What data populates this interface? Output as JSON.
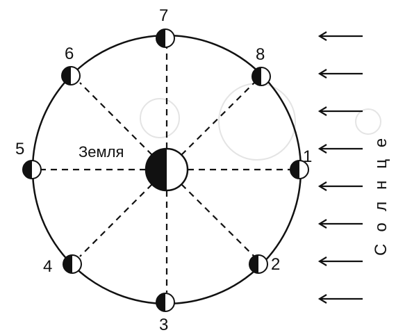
{
  "diagram": {
    "earth_label": "Земля",
    "sun_label": "Солнце",
    "positions": [
      "1",
      "2",
      "3",
      "4",
      "5",
      "6",
      "7",
      "8"
    ]
  }
}
